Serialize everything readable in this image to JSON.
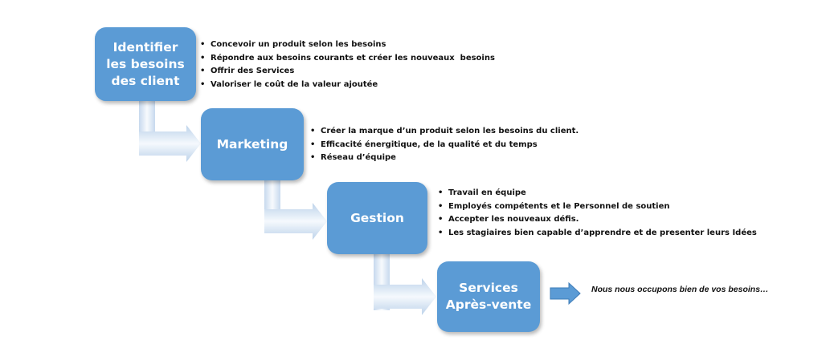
{
  "steps": [
    {
      "label_lines": [
        "Identifier",
        "les besoins",
        "des client"
      ],
      "bullets": [
        "Concevoir un produit selon les besoins",
        "Répondre aux besoins courants et créer les nouveaux  besoins",
        "Offrir des Services",
        "Valoriser le coût de la valeur ajoutée"
      ]
    },
    {
      "label_lines": [
        "Marketing"
      ],
      "bullets": [
        "Créer la marque d’un produit selon les besoins du client.",
        "Efficacité énergitique, de la qualité et du temps",
        "Réseau d’équipe"
      ]
    },
    {
      "label_lines": [
        "Gestion"
      ],
      "bullets": [
        "Travail en équipe",
        "Employés compétents et le Personnel de soutien",
        "Accepter les nouveaux défis.",
        "Les stagiaires bien capable d’apprendre et de presenter leurs Idées"
      ]
    },
    {
      "label_lines": [
        "Services",
        "Après-vente"
      ],
      "bullets": []
    }
  ],
  "tagline": "Nous nous occupons bien de vos besoins…",
  "colors": {
    "box_fill": "#5b9bd5",
    "box_text": "#ffffff",
    "connector_light": "#f4f8fd",
    "connector_dark": "#b6cde8",
    "small_arrow": "#5b9bd5"
  }
}
